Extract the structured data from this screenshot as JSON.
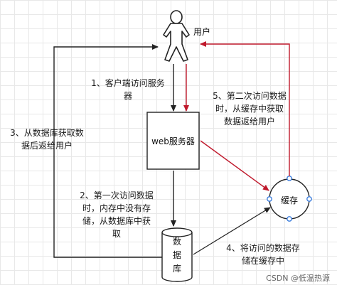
{
  "nodes": {
    "user": "用户",
    "web_server": "web服务器",
    "cache": "缓存",
    "database": "数\n据\n库"
  },
  "edges": {
    "step1": "1、客户端访问服务\n器",
    "step2": "2、第一次访问数据\n时，内存中没有存\n储，从数据库中获\n取",
    "step3": "3、从数据库获取数\n据后返给用户",
    "step4": "4、将访问的数据存\n储在缓存中",
    "step5": "5、第二次访问数据\n时，从缓存中获取\n数据返给用户"
  },
  "colors": {
    "black_arrow": "#222222",
    "red_arrow": "#c0192c",
    "handle": "#3b7ddd"
  },
  "watermark": "CSDN @低温热源"
}
